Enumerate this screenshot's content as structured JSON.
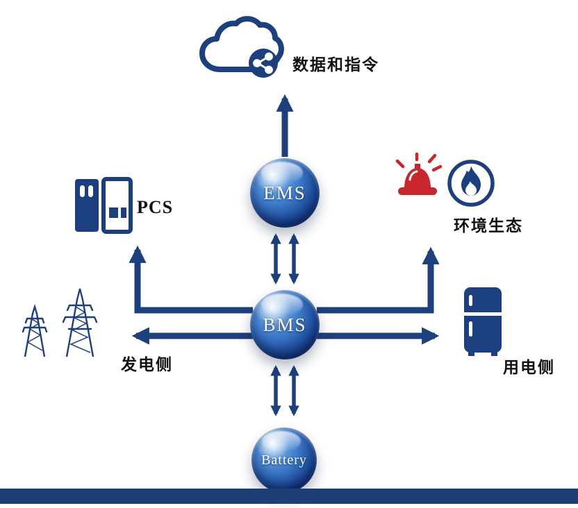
{
  "diagram": {
    "nodes": {
      "ems": {
        "label": "EMS"
      },
      "bms": {
        "label": "BMS"
      },
      "battery": {
        "label": "Battery"
      }
    },
    "labels": {
      "data_and_commands": "数据和指令",
      "pcs": "PCS",
      "generation_side": "发电侧",
      "environment_ecology": "环境生态",
      "consumption_side": "用电侧"
    },
    "icons": {
      "cloud": "cloud-with-network-node",
      "pcs_cabinets": "power-conversion-cabinets",
      "transmission_towers": "power-transmission-towers",
      "alarm": "red-alarm-siren",
      "flame_badge": "flame-in-circle",
      "appliance": "refrigerator-appliance"
    },
    "edges": [
      {
        "from": "ems",
        "to": "data_and_commands",
        "style": "single-arrow-up"
      },
      {
        "from": "ems",
        "to": "bms",
        "style": "double-bidirectional-arrows"
      },
      {
        "from": "bms",
        "to": "battery",
        "style": "double-bidirectional-arrows"
      },
      {
        "from": "bms",
        "to": "pcs",
        "style": "elbow-arrow-up"
      },
      {
        "from": "bms",
        "to": "generation_side",
        "style": "arrow-left"
      },
      {
        "from": "bms",
        "to": "environment_ecology",
        "style": "elbow-arrow-up"
      },
      {
        "from": "bms",
        "to": "consumption_side",
        "style": "arrow-right"
      }
    ],
    "colors": {
      "primary_navy": "#1c3f7d",
      "alarm_red": "#c9252c",
      "sphere_highlight": "#7db4e8",
      "sphere_deep": "#0a2256",
      "footer_bar": "#1d3f76",
      "background": "#ffffff",
      "text": "#111111"
    }
  }
}
